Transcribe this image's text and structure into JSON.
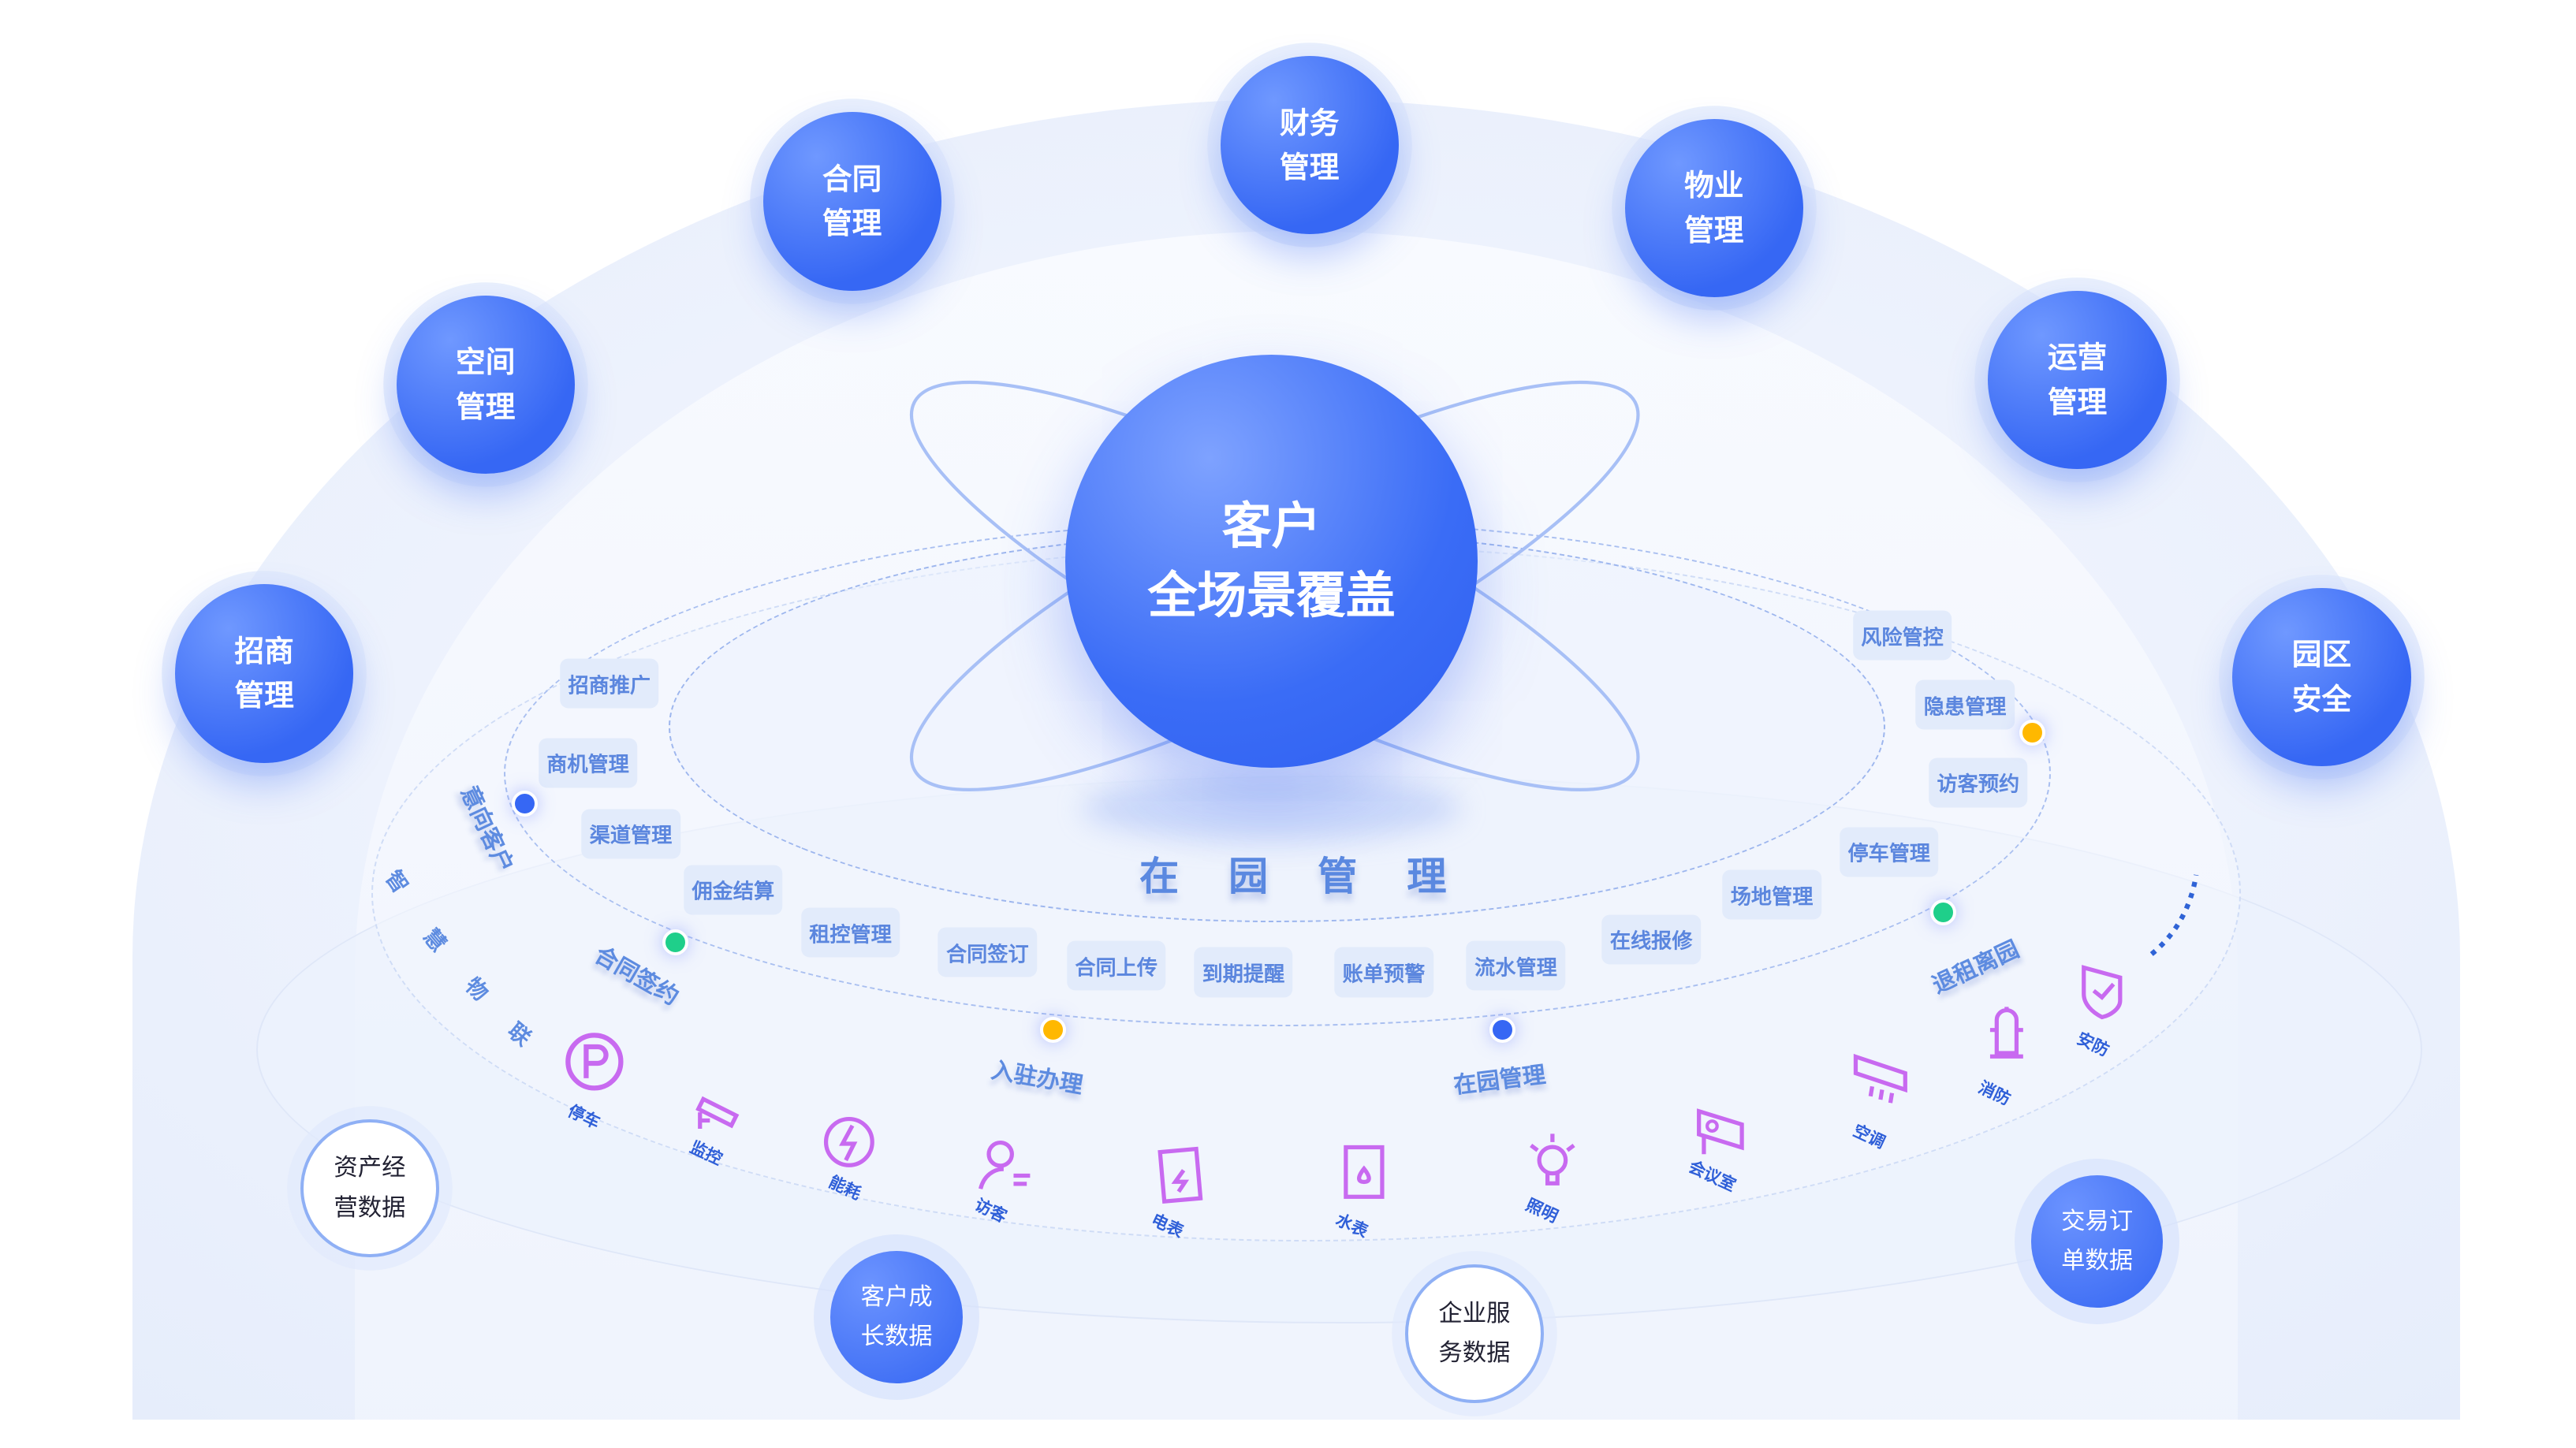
{
  "center": {
    "line1": "客户",
    "line2": "全场景覆盖"
  },
  "modules": [
    "招商\n管理",
    "空间\n管理",
    "合同\n管理",
    "财务\n管理",
    "物业\n管理",
    "运营\n管理",
    "园区\n安全"
  ],
  "chips": [
    "招商推广",
    "商机管理",
    "渠道管理",
    "佣金结算",
    "租控管理",
    "合同签订",
    "合同上传",
    "到期提醒",
    "账单预警",
    "流水管理",
    "在线报修",
    "场地管理",
    "停车管理",
    "访客预约",
    "隐患管理",
    "风险管控"
  ],
  "stages": [
    "意向客户",
    "合同签约",
    "入驻办理",
    "在园管理",
    "退租离园"
  ],
  "stage_title": "在园管理",
  "iot": [
    "智",
    "慧",
    "物",
    "联"
  ],
  "devices": [
    "停车",
    "监控",
    "能耗",
    "访客",
    "电表",
    "水表",
    "照明",
    "会议室",
    "空调",
    "消防",
    "安防"
  ],
  "data_sources": [
    "资产经\n营数据",
    "客户成\n长数据",
    "企业服\n务数据",
    "交易订\n单数据"
  ],
  "colors": {
    "primary": "#3667f4",
    "icon": "#c86af0",
    "green": "#1fcf8a",
    "yellow": "#ffb800"
  }
}
